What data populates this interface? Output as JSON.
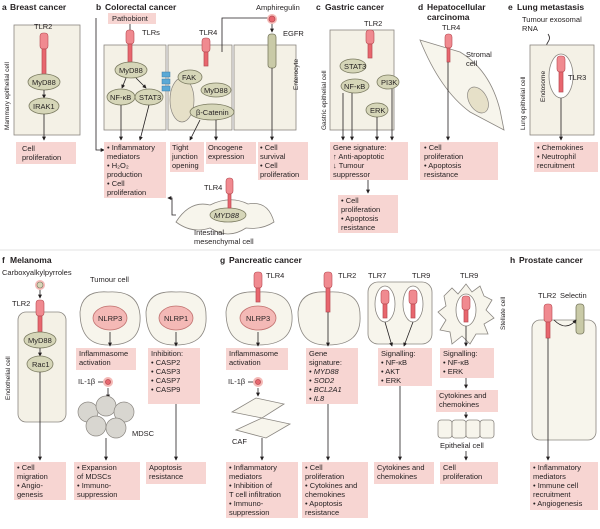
{
  "panels": {
    "a": {
      "letter": "a",
      "title": "Breast cancer",
      "tlr2": "TLR2",
      "myd88": "MyD88",
      "irak1": "IRAK1",
      "cell": "Mammary epithelial cell",
      "output": [
        "Cell",
        "proliferation"
      ]
    },
    "b": {
      "letter": "b",
      "title": "Colorectal cancer",
      "pathobiont": "Pathobiont",
      "tlrs": "TLRs",
      "tlr4": "TLR4",
      "amphiregulin": "Amphiregulin",
      "egfr": "EGFR",
      "myd88": "MyD88",
      "nfkb": "NF-κB",
      "stat3": "STAT3",
      "fak": "FAK",
      "myd88b": "MyD88",
      "bcat": "β-Catenin",
      "enterocyte": "Enterocyte",
      "out_main": [
        "• Inflammatory",
        "  mediators",
        "• H₂O₂",
        "  production",
        "• Cell",
        "  proliferation"
      ],
      "out_tight": [
        "Tight",
        "junction",
        "opening"
      ],
      "out_onco": [
        "Oncogene",
        "expression"
      ],
      "out_surv": [
        "• Cell",
        "  survival",
        "• Cell",
        "  proliferation"
      ],
      "tlr4_lower": "TLR4",
      "myd88_lower": "MYD88",
      "mesench": [
        "Intestinal",
        "mesenchymal cell"
      ]
    },
    "c": {
      "letter": "c",
      "title": "Gastric cancer",
      "tlr2": "TLR2",
      "stat3": "STAT3",
      "nfkb": "NF-κB",
      "pi3k": "PI3K",
      "erk": "ERK",
      "cell": "Gastric epithelial cell",
      "sig": [
        "Gene signature:",
        "↑ Anti-apoptotic",
        "↓ Tumour",
        "  suppressor"
      ],
      "out": [
        "• Cell",
        "  proliferation",
        "• Apoptosis",
        "  resistance"
      ]
    },
    "d": {
      "letter": "d",
      "title": [
        "Hepatocellular",
        "carcinoma"
      ],
      "tlr4": "TLR4",
      "stromal": [
        "Stromal",
        "cell"
      ],
      "out": [
        "• Cell",
        "  proliferation",
        "• Apoptosis",
        "  resistance"
      ]
    },
    "e": {
      "letter": "e",
      "title": "Lung metastasis",
      "rna": [
        "Tumour exosomal",
        "RNA"
      ],
      "endosome": "Endosome",
      "tlr3": "TLR3",
      "cell": "Lung epithelial cell",
      "out": [
        "• Chemokines",
        "• Neutrophil",
        "  recruitment"
      ]
    },
    "f": {
      "letter": "f",
      "title": "Melanoma",
      "cepy": "Carboxyalkylpyrroles",
      "tumour": "Tumour cell",
      "tlr2": "TLR2",
      "myd88": "MyD88",
      "rac1": "Rac1",
      "endo": "Endothelial cell",
      "nlrp3": "NLRP3",
      "nlrp1": "NLRP1",
      "infl": [
        "Inflammasome",
        "activation"
      ],
      "il1b": "IL-1β",
      "inhib": [
        "Inhibition:",
        "• CASP2",
        "• CASP3",
        "• CASP7",
        "• CASP9"
      ],
      "mdsc": "MDSC",
      "out1": [
        "• Cell",
        "  migration",
        "• Angio-",
        "  genesis"
      ],
      "out2": [
        "• Expansion",
        "  of MDSCs",
        "• Immuno-",
        "  suppression"
      ],
      "out3": [
        "Apoptosis",
        "resistance"
      ]
    },
    "g": {
      "letter": "g",
      "title": "Pancreatic cancer",
      "tlr4": "TLR4",
      "tlr2": "TLR2",
      "tlr7": "TLR7",
      "tlr9": "TLR9",
      "tlr9b": "TLR9",
      "nlrp3": "NLRP3",
      "infl": [
        "Inflammasome",
        "activation"
      ],
      "il1b": "IL-1β",
      "caf": "CAF",
      "gene": [
        "Gene",
        "signature:"
      ],
      "genes": [
        "• MYD88",
        "• SOD2",
        "• BCL2A1",
        "• IL8"
      ],
      "sig1": [
        "Signalling:",
        "• NF-κB",
        "• AKT",
        "• ERK"
      ],
      "sig2": [
        "Signalling:",
        "• NF-κB",
        "• ERK"
      ],
      "stellate": "Stellate cell",
      "cyto_chem": [
        "Cytokines and",
        "chemokines"
      ],
      "epi": "Epithelial cell",
      "out1": [
        "• Inflammatory",
        "  mediators",
        "• Inhibition of",
        "  T cell infiltration",
        "• Immuno-",
        "  suppression"
      ],
      "out2": [
        "• Cell",
        "  proliferation",
        "• Cytokines and",
        "  chemokines",
        "• Apoptosis",
        "  resistance"
      ],
      "out3": [
        "Cytokines and",
        "chemokines"
      ],
      "out4": [
        "Cell",
        "proliferation"
      ]
    },
    "h": {
      "letter": "h",
      "title": "Prostate cancer",
      "tlr2": "TLR2",
      "selectin": "Selectin",
      "out": [
        "• Inflammatory",
        "  mediators",
        "• Immune cell",
        "  recruitment",
        "• Angiogenesis"
      ]
    }
  },
  "colors": {
    "receptor": "#e8666e",
    "output_box": "#f7d5d2",
    "adaptor": "#d6d6b8",
    "cell": "#f4f1e6"
  }
}
